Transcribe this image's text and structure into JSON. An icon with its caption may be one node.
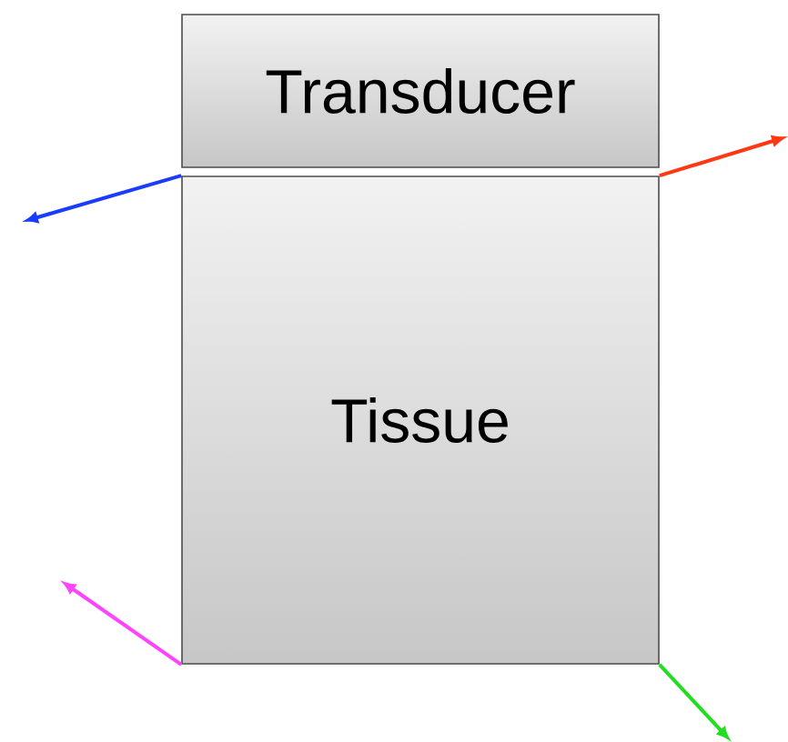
{
  "diagram": {
    "nodes": [
      {
        "text": [
          "Transducer"
        ]
      },
      {
        "text": [
          "Tissue"
        ]
      }
    ],
    "edges": [
      {
        "from": 1,
        "to": null,
        "arrow": "to",
        "color": "#1a3cff"
      },
      {
        "from": 1,
        "to": null,
        "arrow": "to",
        "color": "#ff3814"
      },
      {
        "from": 1,
        "to": null,
        "arrow": "to",
        "color": "#ff44ff"
      },
      {
        "from": 1,
        "to": null,
        "arrow": "to",
        "color": "#22dd22"
      }
    ]
  }
}
